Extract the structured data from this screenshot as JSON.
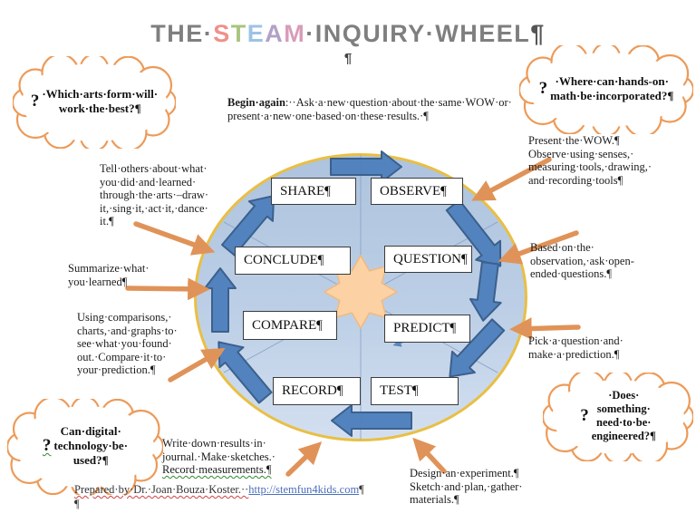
{
  "title": {
    "parts": [
      {
        "text": "THE·",
        "color": "#7f7f7f"
      },
      {
        "text": "S",
        "color": "#f0908a"
      },
      {
        "text": "T",
        "color": "#a9c47f"
      },
      {
        "text": "E",
        "color": "#9cc3e5"
      },
      {
        "text": "A",
        "color": "#b2a1c7"
      },
      {
        "text": "M",
        "color": "#d89cba"
      },
      {
        "text": "·INQUIRY·WHEEL",
        "color": "#7f7f7f"
      },
      {
        "text": "¶",
        "color": "#555555"
      }
    ],
    "line2": "¶"
  },
  "wheel": {
    "stages": [
      {
        "label": "SHARE¶"
      },
      {
        "label": "OBSERVE¶"
      },
      {
        "label": "CONCLUDE¶"
      },
      {
        "label": "QUESTION¶"
      },
      {
        "label": "COMPARE¶"
      },
      {
        "label": "PREDICT¶"
      },
      {
        "label": "RECORD¶"
      },
      {
        "label": "TEST¶"
      }
    ]
  },
  "clouds": {
    "arts": {
      "q": "?",
      "text": "·Which·arts·form·will·\nwork·the·best?¶"
    },
    "math": {
      "q": "?",
      "text": "·Where·can·hands-on·\nmath·be·incorporated?¶"
    },
    "engineered": {
      "q": "?",
      "text": "·Does·\nsomething·\nneed·to·be·\nengineered?¶"
    },
    "digital": {
      "q": "?",
      "text": "Can·digital·\ntechnology·be·\nused?¶"
    }
  },
  "annotations": {
    "begin_again": {
      "bold": "Begin·again",
      "rest": ":··Ask·a·new·question·about·the·same·WOW·or·\npresent·a·new·one·based·on·these·results.·¶"
    },
    "tell_others": "Tell·others·about·what·\nyou·did·and·learned·\nthrough·the·arts·–draw·\nit,·sing·it,·act·it,·dance·\nit.¶",
    "summarize": "Summarize·what·\nyou·learned¶",
    "comparisons": "Using·comparisons,·\ncharts,·and·graphs·to·\nsee·what·you·found·\nout.·Compare·it·to·\nyour·prediction.¶",
    "present_wow": "Present·the·WOW.¶\nObserve·using·senses,·\nmeasuring·tools,·drawing,·\nand·recording·tools¶",
    "based_on": "Based·on·the·\nobservation,·ask·open-\nended·questions.¶",
    "pick_question": "Pick·a·question·and·\nmake·a·prediction.¶",
    "design": "Design·an·experiment.¶\nSketch·and·plan,·gather·\nmaterials.¶",
    "write_down": {
      "main": "Write·down·results·in·\njournal.·Make·sketches.·\n",
      "underlined": "Record·measurements.¶"
    }
  },
  "footer": {
    "text": "Prepared·by·Dr.·Joan·Bouza·Koster.··",
    "link": "http://stemfun4kids.com",
    "pilcrow": "¶",
    "line2": "¶",
    "link_color": "#4a6fbd"
  },
  "colors": {
    "wheel_fill_top": "#aec3de",
    "wheel_fill_bottom": "#d3dff0",
    "wheel_border": "#e9bf44",
    "flow_arrow": "#4f81bd",
    "flow_arrow_outline": "#385d8a",
    "pointer_arrow": "#e09358",
    "cloud_outline": "#ed9a58",
    "star_fill": "#fcd2a4",
    "title_gray": "#7f7f7f"
  }
}
